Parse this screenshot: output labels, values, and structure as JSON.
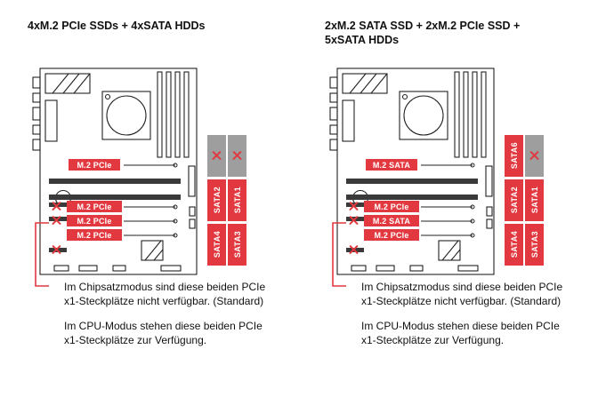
{
  "colors": {
    "accent": "#e2383f",
    "disabled": "#9e9e9e"
  },
  "panels": [
    {
      "title": "4xM.2 PCIe SSDs + 4xSATA HDDs",
      "m2_labels": [
        "M.2 PCIe",
        "M.2 PCIe",
        "M.2 PCIe",
        "M.2 PCIe"
      ],
      "sata_ports": [
        {
          "label": "",
          "disabled": true
        },
        {
          "label": "",
          "disabled": true
        },
        {
          "label": "SATA2",
          "disabled": false
        },
        {
          "label": "SATA1",
          "disabled": false
        },
        {
          "label": "SATA4",
          "disabled": false
        },
        {
          "label": "SATA3",
          "disabled": false
        }
      ],
      "note_chipset": "Im Chipsatzmodus sind diese beiden PCIe x1-Steckplätze nicht verfügbar. (Standard)",
      "note_cpu": "Im CPU-Modus stehen diese beiden PCIe x1-Steckplätze zur Verfügung."
    },
    {
      "title": "2xM.2 SATA SSD + 2xM.2 PCIe SSD + 5xSATA HDDs",
      "m2_labels": [
        "M.2 SATA",
        "M.2 PCIe",
        "M.2 SATA",
        "M.2 PCIe"
      ],
      "sata_ports": [
        {
          "label": "SATA6",
          "disabled": false
        },
        {
          "label": "",
          "disabled": true
        },
        {
          "label": "SATA2",
          "disabled": false
        },
        {
          "label": "SATA1",
          "disabled": false
        },
        {
          "label": "SATA4",
          "disabled": false
        },
        {
          "label": "SATA3",
          "disabled": false
        }
      ],
      "note_chipset": "Im Chipsatzmodus sind diese beiden PCIe x1-Steckplätze nicht verfügbar. (Standard)",
      "note_cpu": "Im CPU-Modus stehen diese beiden PCIe x1-Steckplätze zur Verfügung."
    }
  ]
}
